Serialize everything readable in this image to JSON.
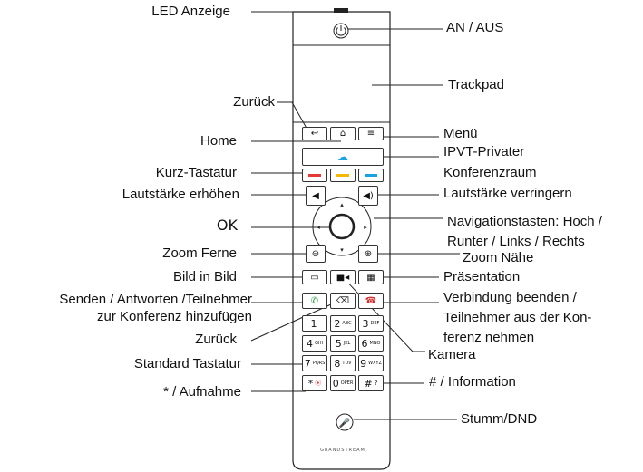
{
  "labels_left": {
    "led": "LED Anzeige",
    "back_top": "Zurück",
    "home": "Home",
    "short_keys": "Kurz-Tastatur",
    "vol_up": "Lautstärke erhöhen",
    "ok": "OK",
    "zoom_far": "Zoom Ferne",
    "pip": "Bild in Bild",
    "send_line1": "Senden / Antworten /Teilnehmer",
    "send_line2": "zur Konferenz hinzufügen",
    "back_bottom": "Zurück",
    "std_keys": "Standard Tastatur",
    "record": "* / Aufnahme"
  },
  "labels_right": {
    "power": "AN / AUS",
    "trackpad": "Trackpad",
    "menu": "Menü",
    "ipvt_line1": "IPVT-Privater",
    "ipvt_line2": "Konferenzraum",
    "vol_down": "Lautstärke verringern",
    "nav_line1": "Navigationstasten: Hoch /",
    "nav_line2": "Runter / Links / Rechts",
    "zoom_near": "Zoom Nähe",
    "presentation": "Präsentation",
    "end_line1": "Verbindung beenden /",
    "end_line2": "Teilnehmer aus der Kon-",
    "end_line3": "ferenz nehmen",
    "camera": "Kamera",
    "info": "# / Information",
    "mute": "Stumm/DND"
  },
  "remote": {
    "brand": "GRANDSTREAM",
    "keypad": [
      {
        "n": "1",
        "s": ""
      },
      {
        "n": "2",
        "s": "ABC"
      },
      {
        "n": "3",
        "s": "DEF"
      },
      {
        "n": "4",
        "s": "GHI"
      },
      {
        "n": "5",
        "s": "JKL"
      },
      {
        "n": "6",
        "s": "MNO"
      },
      {
        "n": "7",
        "s": "PQRS"
      },
      {
        "n": "8",
        "s": "TUV"
      },
      {
        "n": "9",
        "s": "WXYZ"
      },
      {
        "n": "*",
        "s": ""
      },
      {
        "n": "0",
        "s": "OPER"
      },
      {
        "n": "#",
        "s": ""
      }
    ]
  },
  "colors": {
    "red": "#e53935",
    "yellow": "#f5b800",
    "blue": "#1aa3e0",
    "end_red": "#d32f2f",
    "send_green": "#2e9e44"
  }
}
